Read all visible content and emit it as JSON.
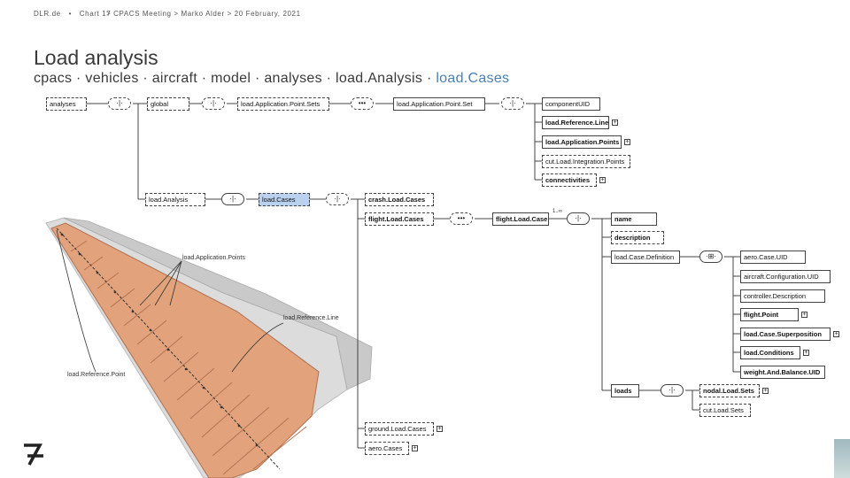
{
  "header": {
    "site": "DLR.de",
    "sep": "•",
    "chart": "Chart 17",
    "meeting": "> CPACS Meeting > Marko Alder > 20 February, 2021"
  },
  "title": "Load analysis",
  "path": {
    "prefix": "cpacs · vehicles · aircraft  · model · analyses · load.Analysis · ",
    "last": "load.Cases"
  },
  "nodes": {
    "analyses": "analyses",
    "global": "global",
    "loadApplicationPointSets": "load.Application.Point.Sets",
    "loadApplicationPointSet": "load.Application.Point.Set",
    "componentUID": "componentUID",
    "loadReferenceLine": "load.Reference.Line",
    "loadApplicationPoints": "load.Application.Points",
    "cutLoadIntegrationPoints": "cut.Load.Integration.Points",
    "connectivities": "connectivities",
    "loadAnalysis": "load.Analysis",
    "loadCases": "load.Cases",
    "crashLoadCases": "crash.Load.Cases",
    "flightLoadCases": "flight.Load.Cases",
    "flightLoadCase": "flight.Load.Case",
    "name": "name",
    "description": "description",
    "loadCaseDefinition": "load.Case.Definition",
    "aeroCaseUID": "aero.Case.UID",
    "aircraftConfigurationUID": "aircraft.Configuration.UID",
    "controllerDescription": "controller.Description",
    "flightPoint": "flight.Point",
    "loadCaseSuperposition": "load.Case.Superposition",
    "loadConditions": "load.Conditions",
    "weightAndBalanceUID": "weight.And.Balance.UID",
    "loads": "loads",
    "nodalLoadSets": "nodal.Load.Sets",
    "cutLoadSets": "cut.Load.Sets",
    "groundLoadCases": "ground.Load.Cases",
    "aeroCases": "aero.Cases"
  },
  "multiplicity": {
    "oneToInf": "1..∞"
  },
  "callouts": {
    "loadApplicationPoints": "load.Application.Points",
    "loadReferenceLine": "load.Reference.Line",
    "loadReferencePoint": "load.Reference.Point"
  },
  "colors": {
    "accent": "#4a7fb5",
    "selected": "#b9d0ee",
    "wing_rib": "#e2a27b",
    "wing_skin": "#d9d9d9"
  }
}
